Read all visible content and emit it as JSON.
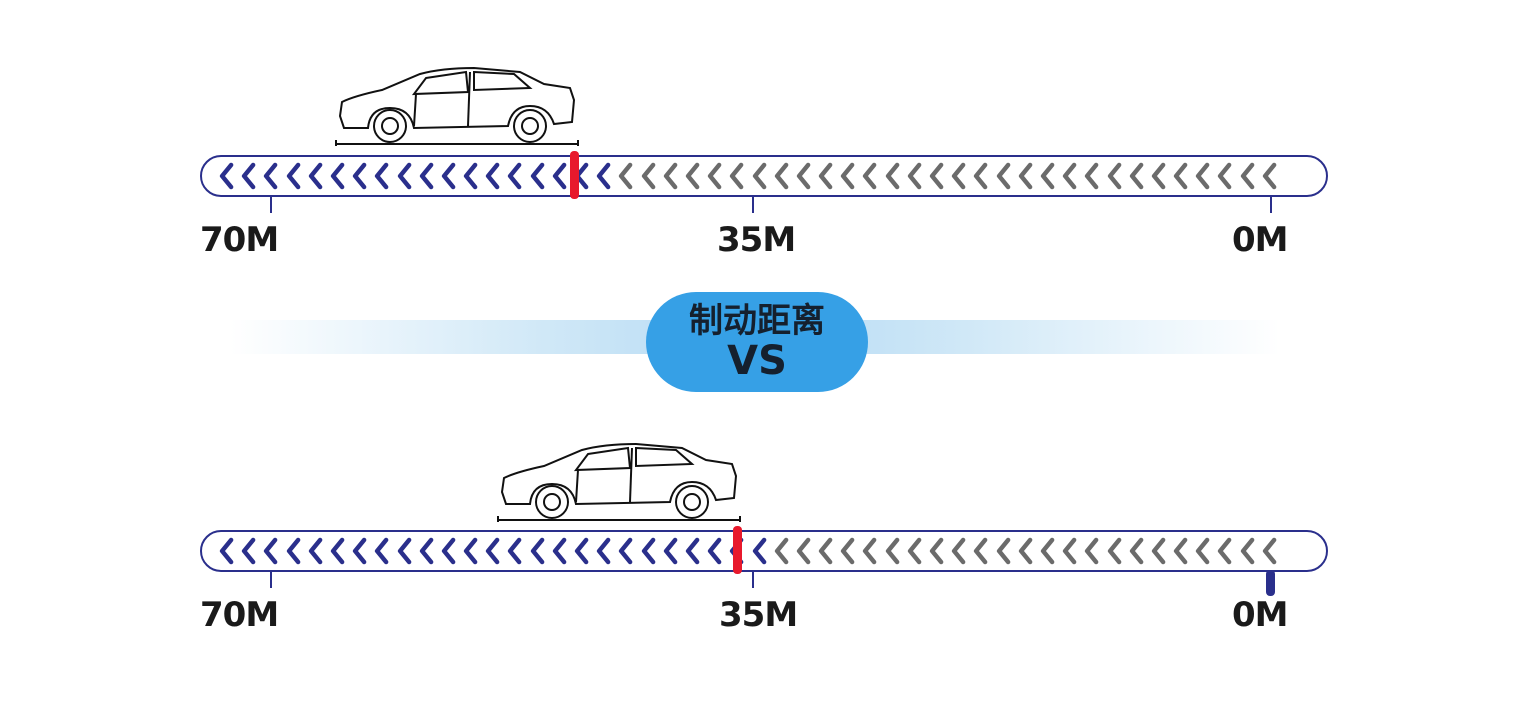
{
  "title": "制动距离",
  "vs": "VS",
  "colors": {
    "active_chevron": "#2a2f8c",
    "inactive_chevron": "#6b6b6b",
    "marker": "#e8192c",
    "pill": "#36a0e6"
  },
  "rows": [
    {
      "labels": {
        "start": "70M",
        "mid": "35M",
        "end": "0M"
      },
      "stop_point_m": 46,
      "has_end_dot": false
    },
    {
      "labels": {
        "start": "70M",
        "mid": "35M",
        "end": "0M"
      },
      "stop_point_m": 36,
      "has_end_dot": true
    }
  ]
}
